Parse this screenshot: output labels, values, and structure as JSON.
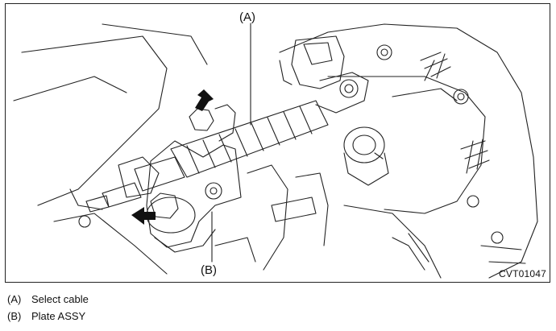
{
  "figure": {
    "code": "CVT01047",
    "callouts": {
      "a": "(A)",
      "b": "(B)"
    },
    "icons": [
      "arrow-pointer-icon",
      "arrow-pointer-icon"
    ]
  },
  "legend": [
    {
      "key": "(A)",
      "text": "Select cable"
    },
    {
      "key": "(B)",
      "text": "Plate ASSY"
    }
  ]
}
